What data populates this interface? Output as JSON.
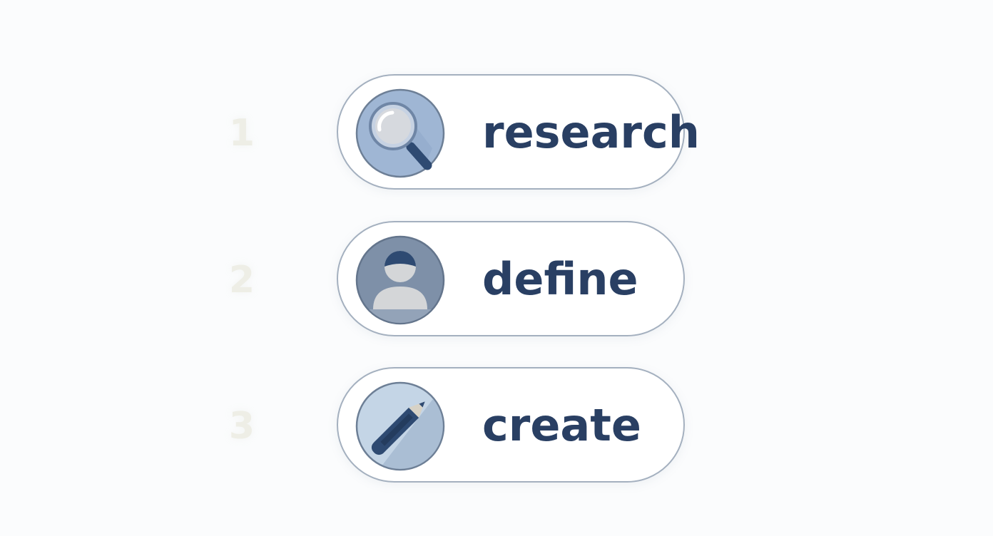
{
  "steps": [
    {
      "number": "1",
      "label": "research",
      "icon": "magnifying-glass-icon"
    },
    {
      "number": "2",
      "label": "define",
      "icon": "user-silhouette-icon"
    },
    {
      "number": "3",
      "label": "create",
      "icon": "pencil-icon"
    }
  ],
  "colors": {
    "background": "#fbfcfd",
    "pill_border": "#a4b0bf",
    "label_text": "#293f63",
    "number_text": "#eeeee6",
    "icon_dark": "#2e4a72"
  }
}
